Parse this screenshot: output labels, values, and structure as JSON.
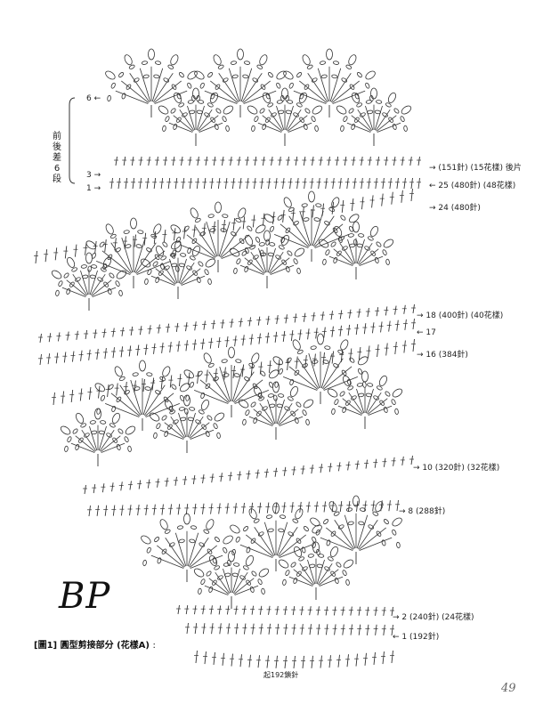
{
  "title": "BP",
  "caption": {
    "figure": "[圖1]",
    "text": "圓型剪接部分",
    "motif": "(花樣A)",
    "tail": ":"
  },
  "page_number": "49",
  "left_labels": {
    "r6": "6",
    "r3": "3",
    "r1": "1"
  },
  "side_note": "前後差6段",
  "start_note": "起192鎖針",
  "right_labels": [
    {
      "row": "(151針)",
      "extra": "(15花樣) 後片",
      "id": "r151"
    },
    {
      "row": "25",
      "extra": "(480針) (48花樣)",
      "id": "r25"
    },
    {
      "row": "24",
      "extra": "(480針)",
      "id": "r24"
    },
    {
      "row": "18",
      "extra": "(400針) (40花樣)",
      "id": "r18"
    },
    {
      "row": "17",
      "extra": "",
      "id": "r17"
    },
    {
      "row": "16",
      "extra": "(384針)",
      "id": "r16"
    },
    {
      "row": "10",
      "extra": "(320針) (32花樣)",
      "id": "r10"
    },
    {
      "row": "8",
      "extra": "(288針)",
      "id": "r8"
    },
    {
      "row": "2",
      "extra": "(240針) (24花樣)",
      "id": "r2"
    },
    {
      "row": "1",
      "extra": "(192針)",
      "id": "r1b"
    }
  ]
}
